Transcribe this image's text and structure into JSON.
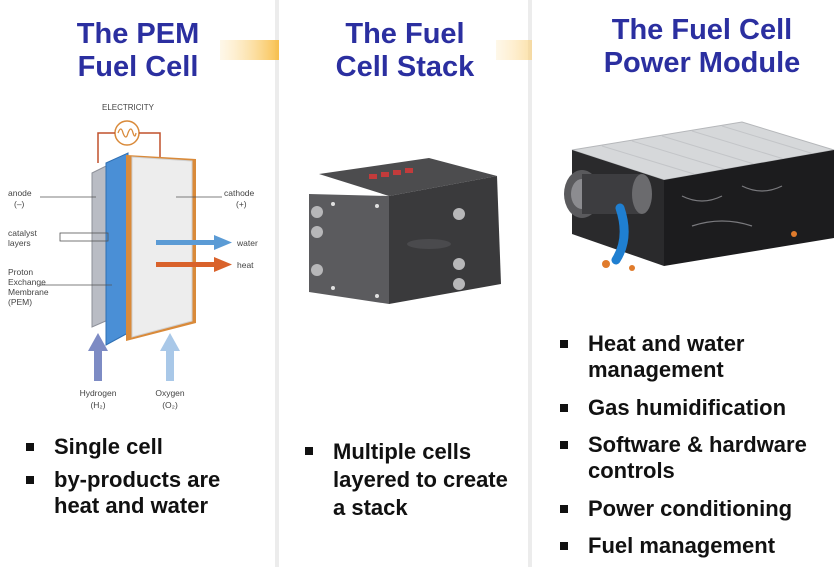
{
  "panels": [
    {
      "title": [
        "The PEM",
        "Fuel Cell"
      ],
      "bullets": [
        "Single cell",
        "by-products are heat and water"
      ]
    },
    {
      "title": [
        "The Fuel",
        "Cell Stack"
      ],
      "bullets": [
        "Multiple cells layered to create a stack"
      ]
    },
    {
      "title": [
        "The Fuel Cell",
        "Power Module"
      ],
      "bullets": [
        "Heat and water management",
        "Gas humidification",
        "Software & hardware controls",
        "Power conditioning",
        "Fuel management"
      ]
    }
  ],
  "diagram": {
    "electricity": "ELECTRICITY",
    "anode": "anode",
    "anode_sign": "(–)",
    "catalyst": "catalyst",
    "catalyst2": "layers",
    "pem1": "Proton",
    "pem2": "Exchange",
    "pem3": "Membrane",
    "pem4": "(PEM)",
    "cathode": "cathode",
    "cathode_sign": "(+)",
    "water": "water",
    "heat": "heat",
    "hydrogen": "Hydrogen",
    "h2": "(H₂)",
    "oxygen": "Oxygen",
    "o2": "(O₂)"
  },
  "colors": {
    "title": "#2b2fa0",
    "arrow": "#f7b733",
    "membrane": "#4a8fd6",
    "electrode": "#d98a3a",
    "water_arrow": "#5b9bd5",
    "heat_arrow": "#d9622b"
  }
}
